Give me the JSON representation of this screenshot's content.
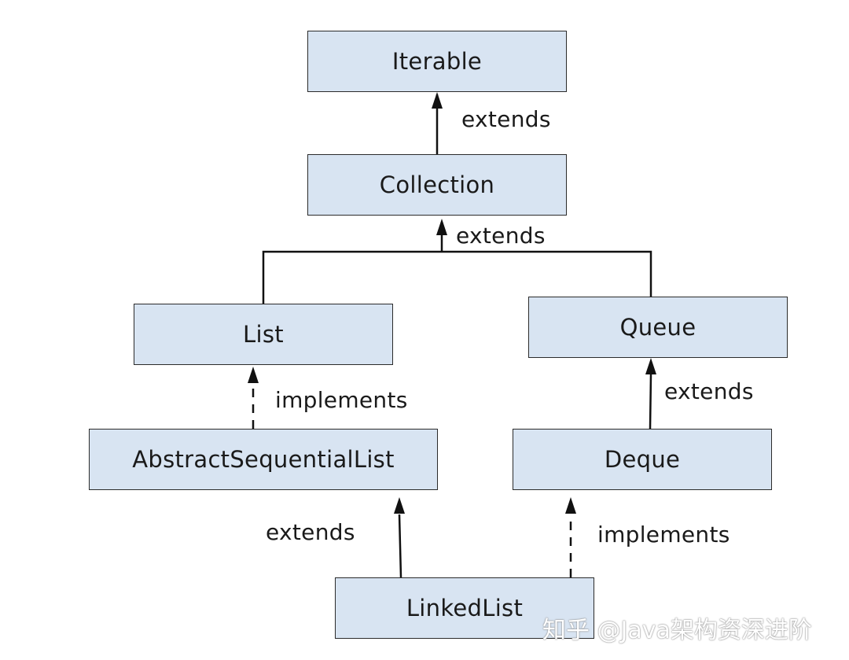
{
  "nodes": {
    "iterable": "Iterable",
    "collection": "Collection",
    "list": "List",
    "queue": "Queue",
    "abstract_sequential_list": "AbstractSequentialList",
    "deque": "Deque",
    "linked_list": "LinkedList"
  },
  "edges": {
    "collection_to_iterable": "extends",
    "list_queue_to_collection": "extends",
    "asl_to_list": "implements",
    "deque_to_queue": "extends",
    "linkedlist_to_asl": "extends",
    "linkedlist_to_deque": "implements"
  },
  "watermark": "知乎 @Java架构资深进阶"
}
